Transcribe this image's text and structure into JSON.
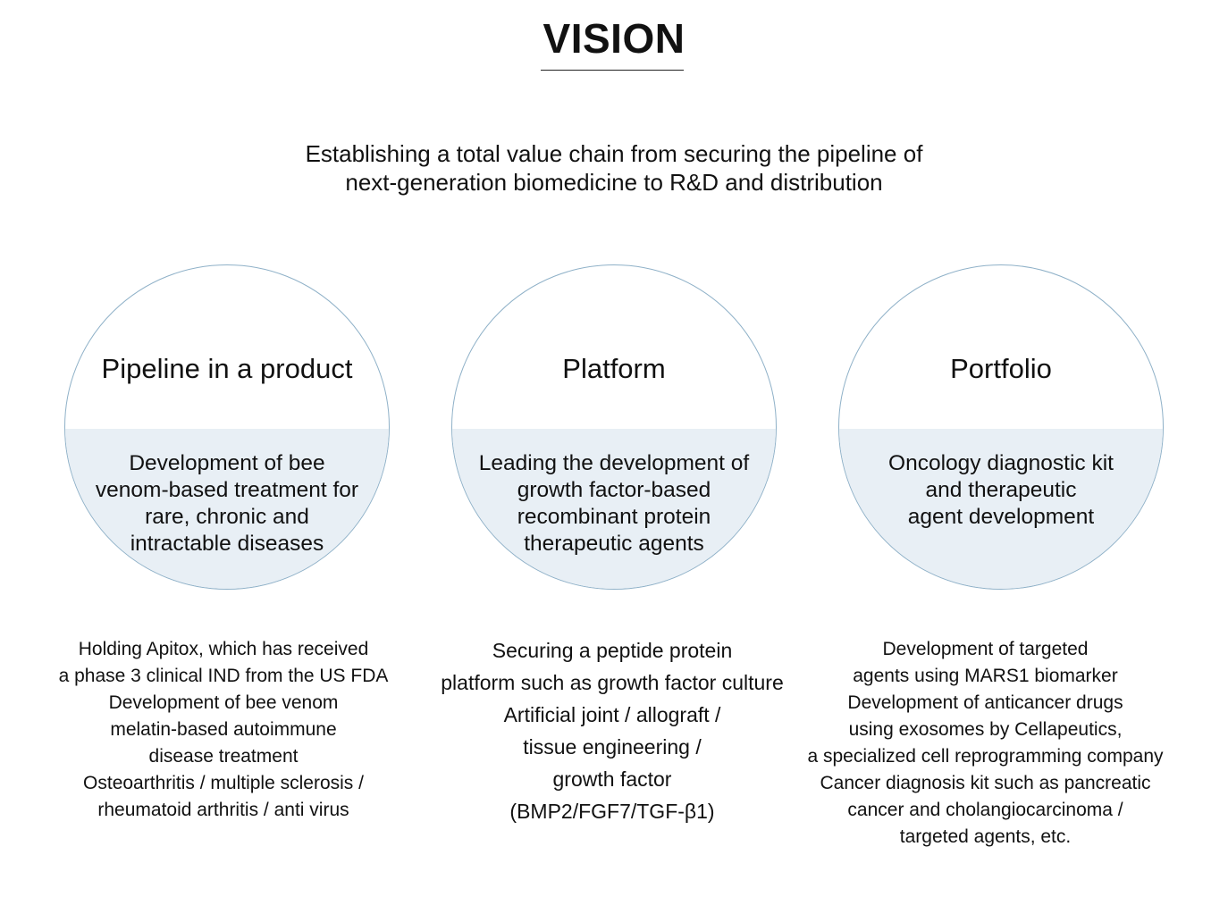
{
  "header": {
    "title": "VISION",
    "subtitle_lines": [
      "Establishing a total value chain from securing the pipeline of",
      "next-generation biomedicine to R&D and distribution"
    ]
  },
  "pillars": [
    {
      "title": "Pipeline in a product",
      "desc_lines": [
        "Development of bee",
        "venom-based treatment for",
        "rare, chronic and",
        "intractable diseases"
      ],
      "detail_lines": [
        "Holding Apitox, which has received",
        "a phase 3 clinical IND from the US FDA",
        "Development of bee venom",
        "melatin-based autoimmune",
        "disease treatment",
        "Osteoarthritis / multiple sclerosis /",
        "rheumatoid arthritis / anti virus"
      ]
    },
    {
      "title": "Platform",
      "desc_lines": [
        "Leading the development of",
        "growth factor-based",
        "recombinant protein",
        "therapeutic agents"
      ],
      "detail_lines": [
        "Securing a peptide protein",
        "platform such as growth factor culture",
        "Artificial joint / allograft /",
        "tissue engineering /",
        "growth factor",
        "(BMP2/FGF7/TGF-β1)"
      ]
    },
    {
      "title": "Portfolio",
      "desc_lines": [
        "Oncology diagnostic kit",
        "and therapeutic",
        "agent development"
      ],
      "detail_lines": [
        "Development of targeted",
        "agents using MARS1 biomarker",
        "Development of anticancer drugs",
        "using exosomes by Cellapeutics,",
        "a specialized cell reprogramming company",
        "Cancer diagnosis kit such as pancreatic",
        "cancer and cholangiocarcinoma /",
        "targeted agents, etc."
      ]
    }
  ],
  "colors": {
    "circle_border": "#8fb1c8",
    "circle_fill_lower": "#e8eff5",
    "text": "#111111"
  }
}
